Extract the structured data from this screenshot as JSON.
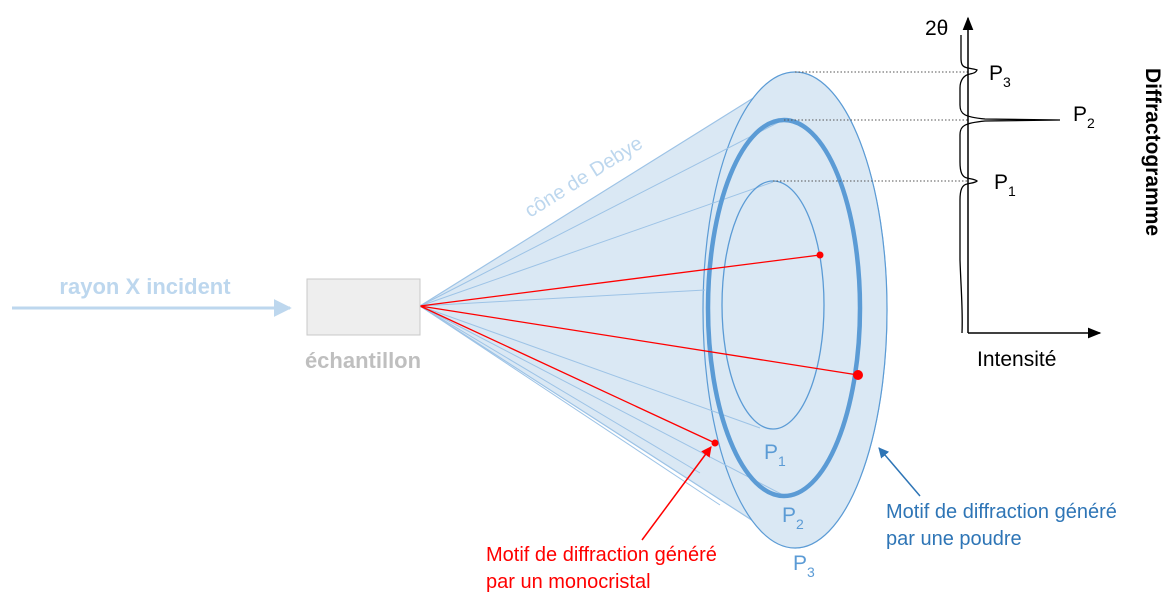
{
  "colors": {
    "beam": "#bdd7ee",
    "sample_fill": "#eeeeee",
    "sample_stroke": "#c8c8c8",
    "sample_label": "#bfbfbf",
    "cone_fill": "#dae8f4",
    "cone_stroke": "#9dc3e6",
    "ring": "#5b9bd5",
    "ring_thin": "#5b9bd5",
    "red": "#ff0000",
    "dark_blue": "#2e75b6",
    "black": "#000000"
  },
  "labels": {
    "incident_beam": "rayon X incident",
    "sample": "échantillon",
    "cone": "cône de Debye",
    "ring_p1": "P",
    "ring_p1_sub": "1",
    "ring_p2": "P",
    "ring_p2_sub": "2",
    "ring_p3": "P",
    "ring_p3_sub": "3",
    "monocrystal_line1": "Motif de diffraction généré",
    "monocrystal_line2": "par un monocristal",
    "powder_line1": "Motif de diffraction généré",
    "powder_line2": "par une poudre",
    "diffractogram": "Diffractogramme",
    "axis_two_theta": "2θ",
    "axis_intensity": "Intensité",
    "peak_p1": "P",
    "peak_p1_sub": "1",
    "peak_p2": "P",
    "peak_p2_sub": "2",
    "peak_p3": "P",
    "peak_p3_sub": "3"
  },
  "icons": {
    "incident_arrow": "arrow-right",
    "axis_arrows": "arrow-head"
  }
}
